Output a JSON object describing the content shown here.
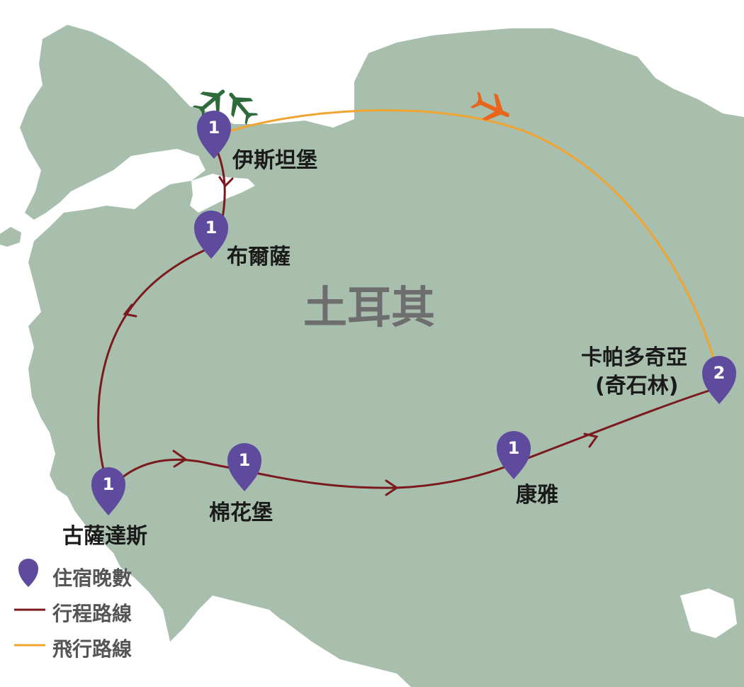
{
  "map": {
    "country_label": "土耳其",
    "cities": [
      {
        "id": "istanbul",
        "name": "伊斯坦堡",
        "nights": "1"
      },
      {
        "id": "bursa",
        "name": "布爾薩",
        "nights": "1"
      },
      {
        "id": "kusadasi",
        "name": "古薩達斯",
        "nights": "1"
      },
      {
        "id": "pamukkale",
        "name": "棉花堡",
        "nights": "1"
      },
      {
        "id": "konya",
        "name": "康雅",
        "nights": "1"
      },
      {
        "id": "cappadocia",
        "name_line1": "卡帕多奇亞",
        "name_line2": "(奇石林)",
        "nights": "2"
      }
    ]
  },
  "legend": {
    "nights": "住宿晚數",
    "route": "行程路線",
    "flight": "飛行路線"
  },
  "colors": {
    "land": "#a9bfad",
    "water": "#ffffff",
    "route": "#7b1a1e",
    "flight": "#f0a431",
    "pin": "#5e4b9e",
    "plane_green": "#2e6b3a",
    "plane_orange": "#e8661c",
    "legend_text": "#555555"
  },
  "icons": [
    "map-pin-icon",
    "airplane-icon"
  ]
}
